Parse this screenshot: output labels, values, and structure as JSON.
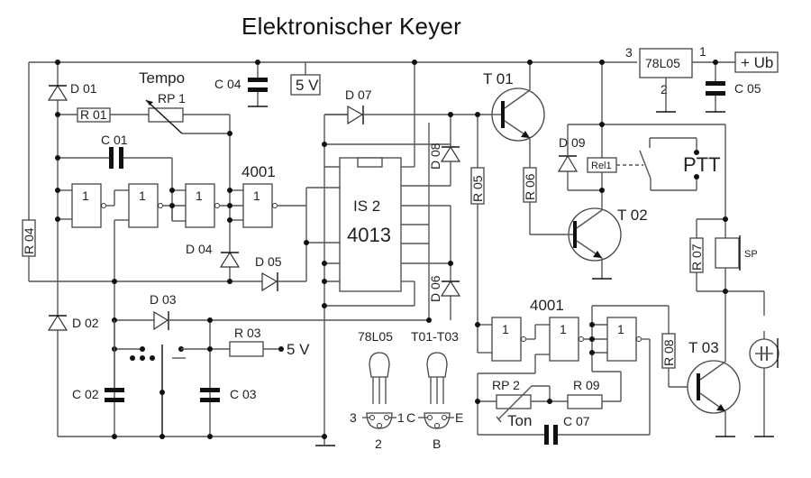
{
  "title": "Elektronischer Keyer",
  "labels": {
    "tempo": "Tempo",
    "ton": "Ton",
    "rp1": "RP 1",
    "rp2": "RP 2",
    "r01": "R 01",
    "r03": "R 03",
    "r04": "R 04",
    "r05": "R 05",
    "r06": "R 06",
    "r07": "R 07",
    "r08": "R 08",
    "r09": "R 09",
    "c01": "C 01",
    "c02": "C 02",
    "c03": "C 03",
    "c04": "C 04",
    "c05": "C 05",
    "c07": "C 07",
    "d01": "D 01",
    "d02": "D 02",
    "d03": "D 03",
    "d04": "D 04",
    "d05": "D 05",
    "d06": "D 06",
    "d07": "D 07",
    "d08": "D 08",
    "d09": "D 09",
    "t01": "T 01",
    "t02": "T 02",
    "t03": "T 03",
    "ic1": "4001",
    "ic3": "4001",
    "is2_name": "IS 2",
    "is2_type": "4013",
    "gate": "1",
    "regulator": "78L05",
    "reg_pin_in": "3",
    "reg_pin_out": "1",
    "reg_pin_gnd": "2",
    "supply": "+ Ub",
    "v5_box": "5 V",
    "v5_ref": "5 V",
    "relay": "Rel1",
    "ptt": "PTT",
    "speaker": "SP"
  },
  "pinout": {
    "regulator_title": "78L05",
    "regulator_pins": [
      "3",
      "1",
      "2"
    ],
    "transistor_title": "T01-T03",
    "transistor_pins": [
      "C",
      "E",
      "B"
    ]
  }
}
